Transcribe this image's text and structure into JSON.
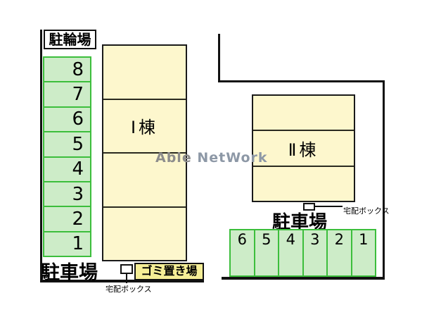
{
  "watermark": {
    "part1": "Able ",
    "part2": "NetWork"
  },
  "labels": {
    "bicycle_parking": "駐輪場",
    "parking_left": "駐車場",
    "parking_right": "駐車場",
    "garbage": "ゴミ置き場",
    "delivery_box_left": "宅配ボックス",
    "delivery_box_right": "宅配ボックス"
  },
  "buildings": {
    "building1": {
      "name": "Ⅰ棟",
      "sections": 4
    },
    "building2": {
      "name": "Ⅱ棟",
      "sections": 3
    }
  },
  "parking": {
    "left_column": [
      "8",
      "7",
      "6",
      "5",
      "4",
      "3",
      "2",
      "1"
    ],
    "bottom_row": [
      "6",
      "5",
      "4",
      "3",
      "2",
      "1"
    ]
  },
  "colors": {
    "space_fill": "#cdecc8",
    "space_border": "#3cbe3c",
    "building_fill": "#fdf7cd",
    "building_border": "#1a1a1a",
    "garbage_bg": "#f5ee96",
    "boundary": "#111111",
    "watermark_gray": "#8c8c8c",
    "watermark_blue": "#8d98a6"
  }
}
